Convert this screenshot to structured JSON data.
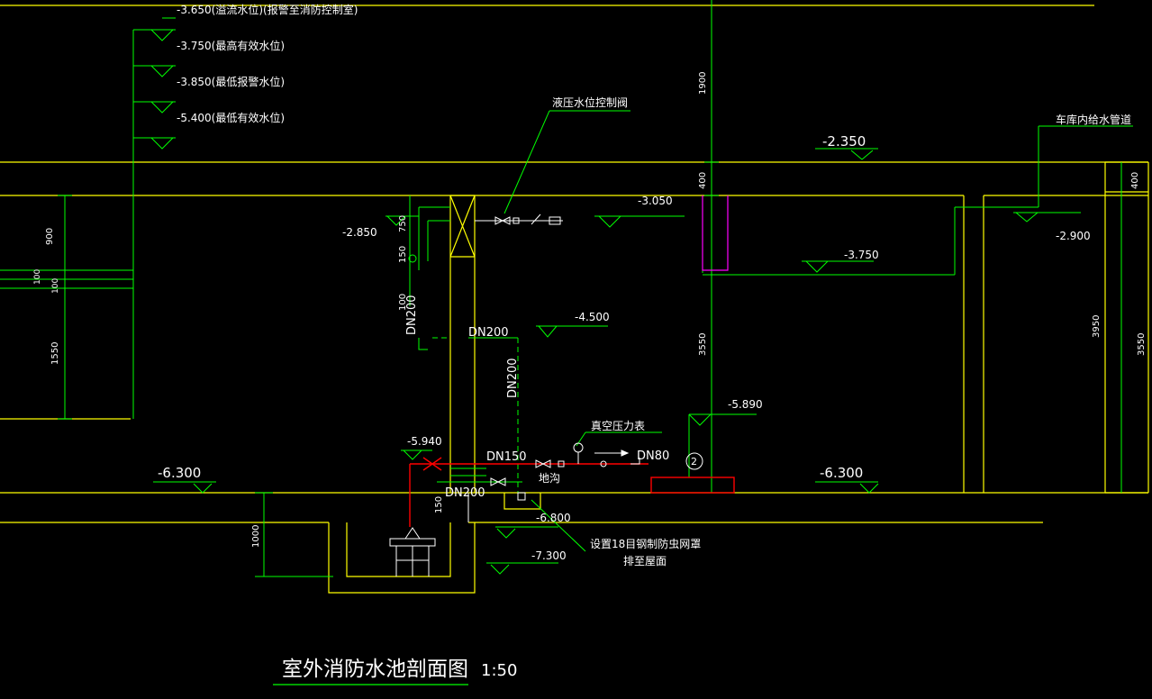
{
  "title": "室外消防水池剖面图",
  "scale": "1:50",
  "colors": {
    "background": "#000000",
    "wall": "#ffff00",
    "dim": "#00ff00",
    "text": "#ffffff",
    "pipe_red": "#ff0000",
    "pipe_magenta": "#ff00ff"
  },
  "water_levels": [
    "-3.650(溢流水位)(报警至消防控制室)",
    "-3.750(最高有效水位)",
    "-3.850(最低报警水位)",
    "-5.400(最低有效水位)"
  ],
  "elevations": {
    "roof": "-2.350",
    "inlet_left": "-2.850",
    "inlet_pipe": "-3.050",
    "tank_top_right": "-2.900",
    "overflow": "-3.750",
    "mid": "-4.500",
    "right_pipe": "-5.890",
    "valve_left": "-5.940",
    "floor_left": "-6.300",
    "floor_right": "-6.300",
    "sump": "-6.800",
    "pit": "-7.300"
  },
  "labels": {
    "hydraulic_valve": "液压水位控制阀",
    "garage_pipe": "车库内给水管道",
    "vacuum_gauge": "真空压力表",
    "floor_drain": "地沟",
    "vent_note_1": "设置18目钢制防虫网罩",
    "vent_note_2": "排至屋面",
    "marker": "2"
  },
  "pipes": {
    "dn200_v": "DN200",
    "dn200_h": "DN200",
    "dn200_v2": "DN200",
    "dn150": "DN150",
    "dn200_low": "DN200",
    "dn80": "DN80"
  },
  "dimensions": {
    "left_900": "900",
    "left_100a": "100",
    "left_100b": "100",
    "left_1550": "1550",
    "mid_750": "750",
    "mid_150": "150",
    "mid_100": "100",
    "mid_150b": "150",
    "pit_1000": "1000",
    "center_1900": "1900",
    "center_400": "400",
    "center_3550": "3550",
    "right_400": "400",
    "right_3950": "3950",
    "right_3550": "3550"
  }
}
